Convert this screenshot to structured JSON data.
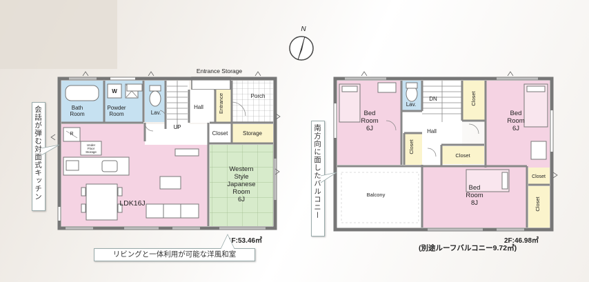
{
  "compass": {
    "label": "N"
  },
  "floor1": {
    "entrance_storage": "Entrance Storage",
    "bath": [
      "Bath",
      "Room"
    ],
    "washer": "W",
    "powder": [
      "Powder",
      "Room"
    ],
    "lav": "Lav.",
    "hall": "Hall",
    "entrance": "Entrance",
    "porch": "Porch",
    "up": "UP",
    "closet": "Closet",
    "storage": "Storage",
    "refrigerator": "R",
    "under_floor": [
      "Under",
      "Floor",
      "Storage"
    ],
    "ldk": "LDK16J",
    "japanese": [
      "Western",
      "Style",
      "Japanese",
      "Room",
      "6J"
    ],
    "area": "1F:53.46㎡"
  },
  "floor2": {
    "bed1": [
      "Bed",
      "Room",
      "6J"
    ],
    "bed2": [
      "Bed",
      "Room",
      "6J"
    ],
    "bed3": [
      "Bed",
      "Room",
      "8J"
    ],
    "lav": "Lav.",
    "dn": "DN",
    "hall": "Hall",
    "closet": "Closet",
    "balcony": "Balcony",
    "area": "2F:46.98㎡",
    "roof_balcony": "(別途ルーフバルコニー9.72㎡)"
  },
  "callouts": {
    "kitchen": "会話が弾む対面式キッチン",
    "living": "リビングと一体利用が可能な洋風和室",
    "balcony": "南方向に面したバルコニー"
  },
  "colors": {
    "pink": "#f5d3e3",
    "blue": "#c6e1f1",
    "green": "#d7ebcb",
    "cream": "#fbf4cc",
    "white": "#ffffff",
    "wall": "#777777"
  }
}
